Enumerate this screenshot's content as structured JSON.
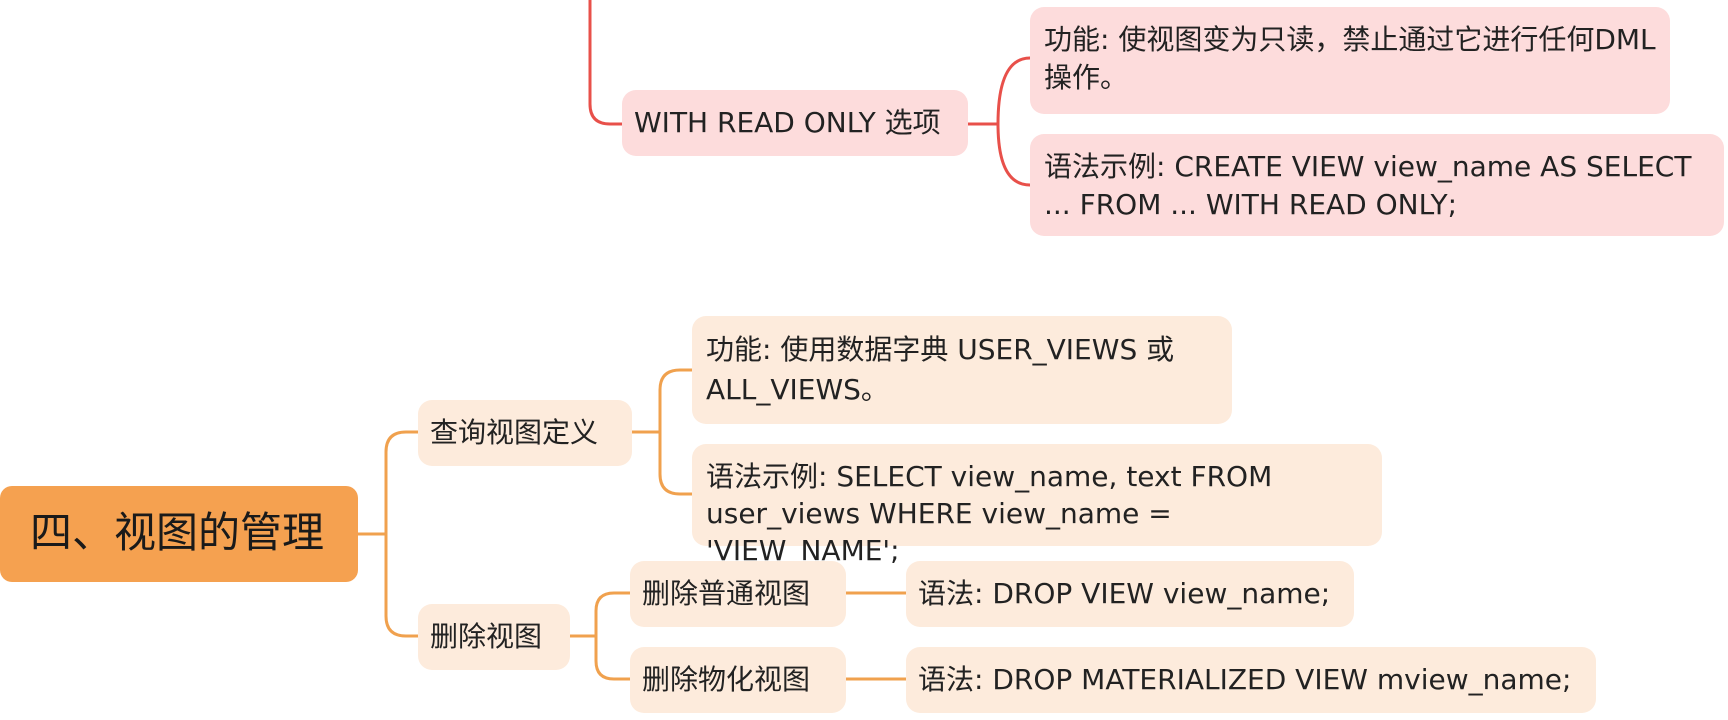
{
  "colors": {
    "red_line": "#e8504a",
    "orange_line": "#f0a14e",
    "red_node": "#fddcdc",
    "orange_node": "#fdebdc",
    "root_node": "#f5a150"
  },
  "read_only": {
    "label": "WITH READ ONLY 选项",
    "function": "功能: 使视图变为只读，禁止通过它进行任何DML操作。",
    "syntax": "语法示例: CREATE VIEW view_name AS SELECT ... FROM ... WITH READ ONLY;"
  },
  "root": {
    "label": "四、视图的管理"
  },
  "query_view": {
    "label": "查询视图定义",
    "function": "功能: 使用数据字典 USER_VIEWS 或 ALL_VIEWS。",
    "syntax": "语法示例: SELECT view_name, text FROM user_views WHERE view_name = 'VIEW_NAME';"
  },
  "drop_view": {
    "label": "删除视图",
    "normal": {
      "label": "删除普通视图",
      "syntax": "语法: DROP VIEW view_name;"
    },
    "materialized": {
      "label": "删除物化视图",
      "syntax": "语法: DROP MATERIALIZED VIEW mview_name;"
    }
  }
}
